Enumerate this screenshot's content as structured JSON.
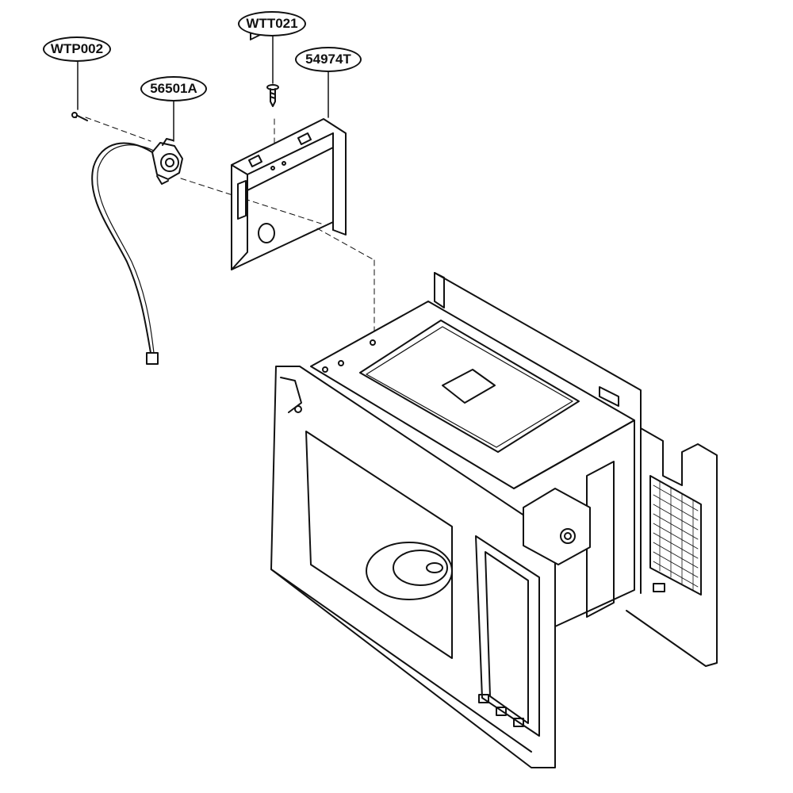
{
  "labels": {
    "wtp002": "WTP002",
    "p56501a": "56501A",
    "wtt021": "WTT021",
    "p54974t": "54974T"
  },
  "colors": {
    "line": "#111111",
    "background": "#ffffff"
  }
}
